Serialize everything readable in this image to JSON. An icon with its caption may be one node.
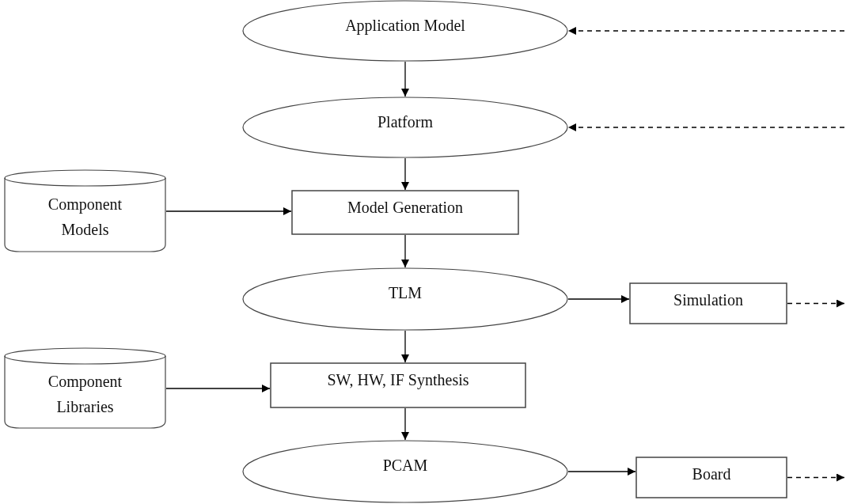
{
  "diagram": {
    "nodes": [
      {
        "text": [
          "Application Model"
        ]
      },
      {
        "text": [
          "Platform"
        ]
      },
      {
        "text": [
          "Component Models"
        ]
      },
      {
        "text": [
          "Model Generation"
        ]
      },
      {
        "text": [
          "TLM"
        ]
      },
      {
        "text": [
          "Simulation"
        ]
      },
      {
        "text": [
          "Component Libraries"
        ]
      },
      {
        "text": [
          "SW, HW, IF Synthesis"
        ]
      },
      {
        "text": [
          "PCAM"
        ]
      },
      {
        "text": [
          "Board"
        ]
      }
    ],
    "edges": [
      {
        "from": null,
        "to": 0,
        "arrow": "to",
        "style": "dashed"
      },
      {
        "from": 0,
        "to": 1,
        "arrow": "to"
      },
      {
        "from": null,
        "to": 1,
        "arrow": "to",
        "style": "dashed"
      },
      {
        "from": 1,
        "to": 3,
        "arrow": "to"
      },
      {
        "from": 2,
        "to": 3,
        "arrow": "to"
      },
      {
        "from": 3,
        "to": 4,
        "arrow": "to"
      },
      {
        "from": 4,
        "to": 5,
        "arrow": "to"
      },
      {
        "from": 5,
        "to": null,
        "arrow": "to",
        "style": "dashed"
      },
      {
        "from": 4,
        "to": 7,
        "arrow": "to"
      },
      {
        "from": 6,
        "to": 7,
        "arrow": "to"
      },
      {
        "from": 7,
        "to": 8,
        "arrow": "to"
      },
      {
        "from": 8,
        "to": 9,
        "arrow": "to"
      },
      {
        "from": 9,
        "to": null,
        "arrow": "to",
        "style": "dashed"
      }
    ]
  }
}
